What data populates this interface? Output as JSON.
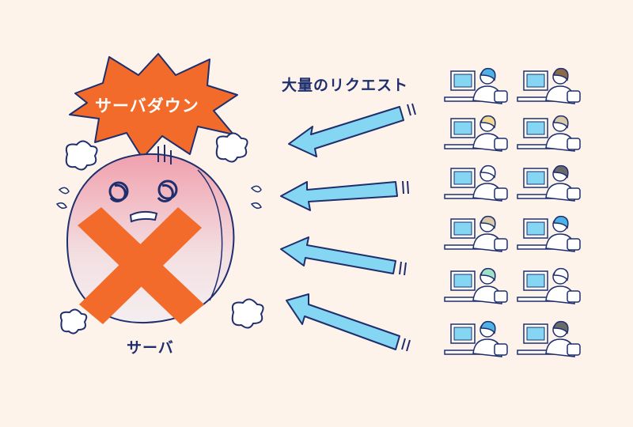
{
  "server_down_label": "サーバダウン",
  "requests_label": "大量のリクエスト",
  "server_label": "サーバ",
  "colors": {
    "background": "#fdf3ea",
    "outline": "#1f2f6e",
    "burst": "#f26b2a",
    "cross": "#f26b2a",
    "arrow": "#84d6f2",
    "server_top": "#f0a0ad",
    "server_bottom": "#f4eef0"
  },
  "users": {
    "columns": 2,
    "rows": 6
  },
  "arrows": {
    "count": 4,
    "direction": "left"
  }
}
